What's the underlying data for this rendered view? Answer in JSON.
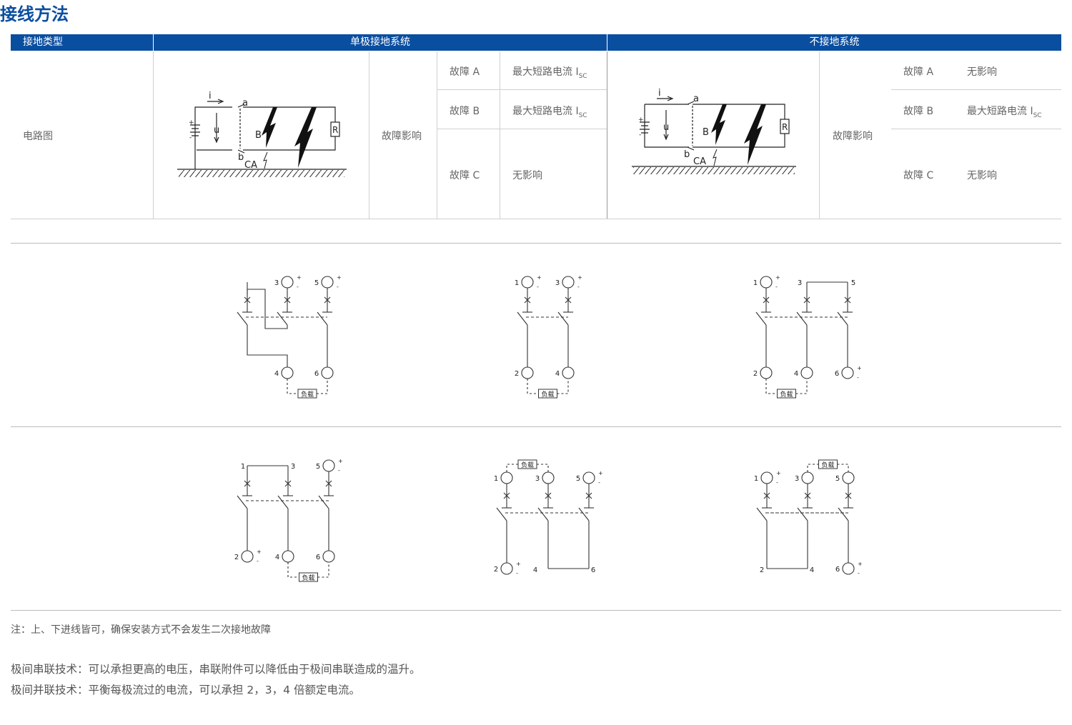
{
  "title": "接线方法",
  "table": {
    "headers": [
      "接地类型",
      "单极接地系统",
      "不接地系统"
    ],
    "row_label": "电路图",
    "single_pole": {
      "effect_label": "故障影响",
      "faults": [
        {
          "name": "故障 A",
          "effect": "最大短路电流 I",
          "sub": "SC"
        },
        {
          "name": "故障 B",
          "effect": "最大短路电流 I",
          "sub": "SC"
        },
        {
          "name": "故障 C",
          "effect": "无影响",
          "sub": ""
        }
      ]
    },
    "ungrounded": {
      "effect_label": "故障影响",
      "faults": [
        {
          "name": "故障 A",
          "effect": "无影响",
          "sub": ""
        },
        {
          "name": "故障 B",
          "effect": "最大短路电流 I",
          "sub": "SC"
        },
        {
          "name": "故障 C",
          "effect": "无影响",
          "sub": ""
        }
      ]
    },
    "circuit_labels": {
      "i": "i",
      "u": "u",
      "a": "a",
      "b": "b",
      "B": "B",
      "CA": "CA",
      "R": "R",
      "plus": "+",
      "minus": "-"
    }
  },
  "diagrams": [
    {
      "top": [
        "3",
        "5"
      ],
      "bottom": [
        "4",
        "6"
      ],
      "load": "负载"
    },
    {
      "top": [
        "1",
        "3"
      ],
      "bottom": [
        "2",
        "4"
      ],
      "load": "负载"
    },
    {
      "top": [
        "1",
        "3",
        "5"
      ],
      "bottom": [
        "2",
        "4",
        "6"
      ],
      "load": "负载"
    },
    {
      "top": [
        "1",
        "3",
        "5"
      ],
      "bottom": [
        "2",
        "4",
        "6"
      ],
      "load": "负载"
    },
    {
      "top": [
        "1",
        "3",
        "5"
      ],
      "bottom": [
        "2",
        "4",
        "6"
      ],
      "load": "负载"
    },
    {
      "top": [
        "1",
        "3",
        "5"
      ],
      "bottom": [
        "2",
        "4",
        "6"
      ],
      "load": "负载"
    }
  ],
  "polarity": {
    "plus": "+",
    "minus": "-"
  },
  "note": "注：上、下进线皆可，确保安装方式不会发生二次接地故障",
  "paragraphs": [
    "极间串联技术：可以承担更高的电压，串联附件可以降低由于极间串联造成的温升。",
    "极间并联技术：平衡每极流过的电流，可以承担 2，3，4 倍额定电流。"
  ],
  "colors": {
    "brand": "#0a4ea0",
    "text": "#555555",
    "line": "#d0d0d0"
  }
}
